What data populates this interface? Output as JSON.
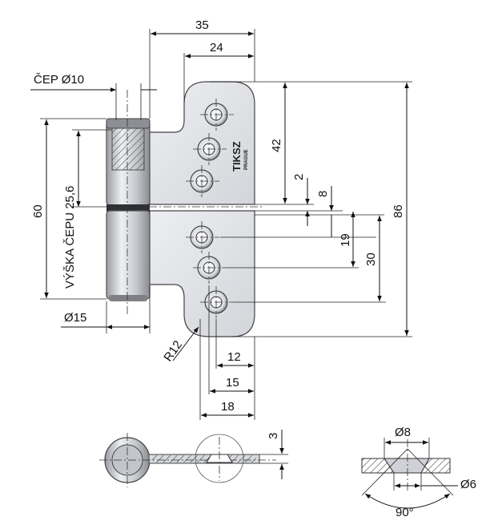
{
  "dimensions": {
    "width_35": "35",
    "width_24": "24",
    "pin_diameter": "ČEP Ø10",
    "height_60": "60",
    "pin_height": "VÝŠKA ČEPU 25,6",
    "height_42": "42",
    "gap_2": "2",
    "gap_8": "8",
    "height_19": "19",
    "height_30": "30",
    "height_86": "86",
    "diameter_15": "Ø15",
    "radius_12": "R12",
    "offset_12": "12",
    "offset_15": "15",
    "offset_18": "18",
    "thickness_3": "3",
    "countersink_8": "Ø8",
    "hole_6": "Ø6",
    "angle_90": "90°"
  },
  "logo": {
    "line1": "TIKSZ",
    "line2": "PRAGUE"
  },
  "colors": {
    "metal_light": "#e6e7ea",
    "metal_mid": "#c9cbd0",
    "metal_dark": "#8e9096",
    "line": "#111111"
  }
}
